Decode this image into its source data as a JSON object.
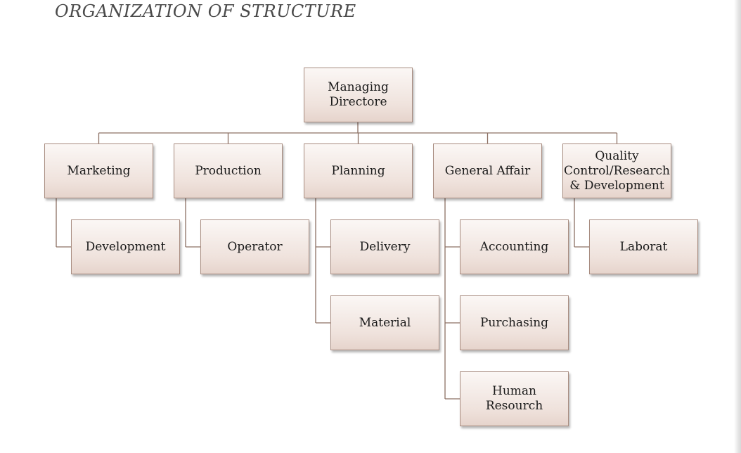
{
  "page": {
    "title": "ORGANIZATION OF STRUCTURE"
  },
  "colors": {
    "node_border": "#a88c80",
    "node_fill_top": "#fbf7f5",
    "node_fill_bottom": "#e6d4cc",
    "connector": "#8c7064",
    "text": "#1a1a1a"
  },
  "org_chart": {
    "root": "Managing Directore",
    "departments": [
      {
        "name": "Marketing",
        "units": [
          "Development"
        ]
      },
      {
        "name": "Production",
        "units": [
          "Operator"
        ]
      },
      {
        "name": "Planning",
        "units": [
          "Delivery",
          "Material"
        ]
      },
      {
        "name": "General Affair",
        "units": [
          "Accounting",
          "Purchasing",
          "Human Resourch"
        ]
      },
      {
        "name": "Quality Control/Research & Development",
        "units": [
          "Laborat"
        ]
      }
    ]
  }
}
